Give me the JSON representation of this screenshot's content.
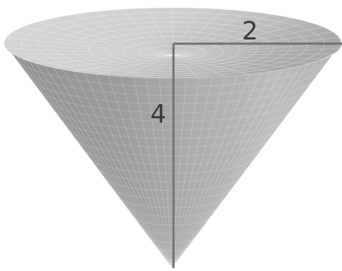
{
  "figure": {
    "shape": "inverted cone",
    "radius_label": "2",
    "height_label": "4",
    "colors": {
      "outer_light": "#c4c4c4",
      "outer_mid": "#a4a4a4",
      "outer_dark": "#7f7f7f",
      "inner_light": "#dedede",
      "inner_dark": "#aaaaaa",
      "mesh": "#ffffff",
      "dimension_line": "#6f6f6f",
      "label": "#3a3a3a"
    }
  }
}
